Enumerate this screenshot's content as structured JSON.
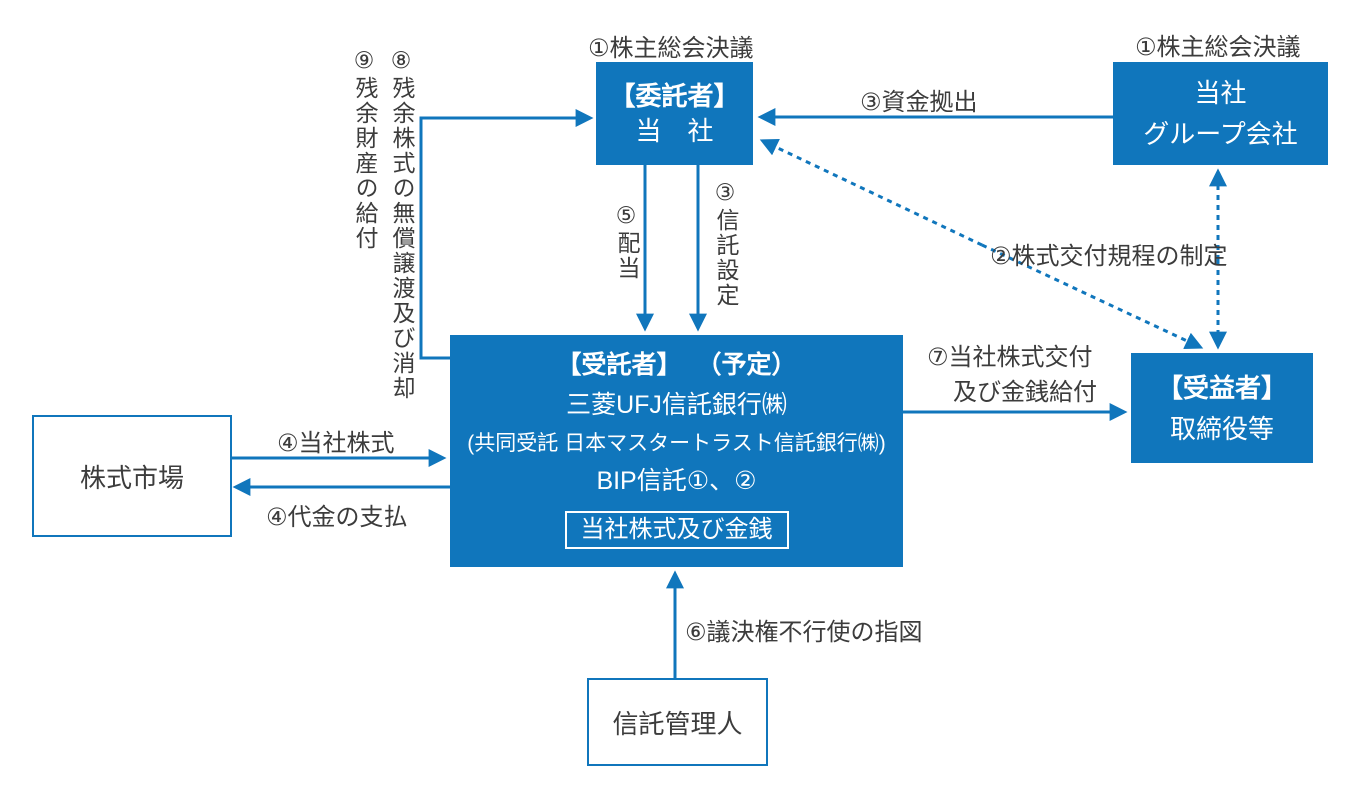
{
  "colors": {
    "primary_blue": "#1076bc",
    "text_dark": "#3c3c3c",
    "box_text": "#ffffff"
  },
  "nodes": {
    "entruster": {
      "title": "【委託者】",
      "name": "当　社"
    },
    "group_company": {
      "line1": "当社",
      "line2": "グループ会社"
    },
    "trustee": {
      "title": "【受託者】",
      "subtitle": "（予定）",
      "bank": "三菱UFJ信託銀行㈱",
      "cotrustee": "(共同受託 日本マスタートラスト信託銀行㈱)",
      "trust": "BIP信託①、②",
      "asset_box": "当社株式及び金銭"
    },
    "beneficiary": {
      "title": "【受益者】",
      "name": "取締役等"
    },
    "stock_market": {
      "name": "株式市場"
    },
    "trust_administrator": {
      "name": "信託管理人"
    }
  },
  "labels": {
    "resolution_left": "①株主総会決議",
    "resolution_right": "①株主総会決議",
    "funding": "③資金拠出",
    "delivery_rule": "②株式交付規程の制定",
    "dividend": "⑤配当",
    "trust_setting": "③信託設定",
    "residual_assets": "⑨残余財産の給付",
    "residual_shares": "⑧残余株式の無償譲渡及び消却",
    "company_shares": "④当社株式",
    "payment": "④代金の支払",
    "share_delivery_1": "⑦当社株式交付",
    "share_delivery_2": "及び金銭給付",
    "voting_instruction": "⑥議決権不行使の指図"
  }
}
